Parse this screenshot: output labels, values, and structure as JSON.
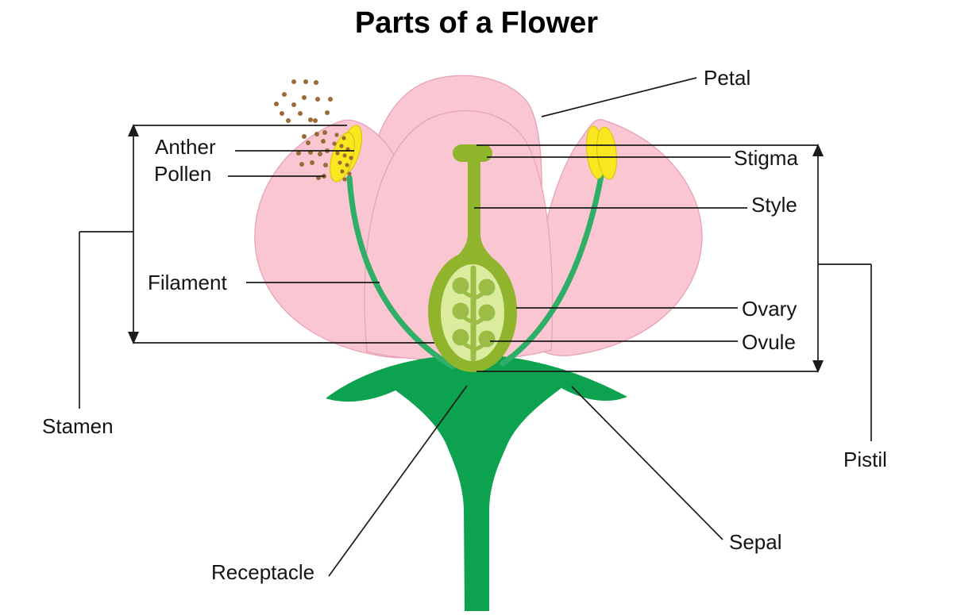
{
  "title": "Parts of a Flower",
  "labels": {
    "petal": "Petal",
    "anther": "Anther",
    "pollen": "Pollen",
    "filament": "Filament",
    "stamen": "Stamen",
    "stigma": "Stigma",
    "style": "Style",
    "ovary": "Ovary",
    "ovule": "Ovule",
    "pistil": "Pistil",
    "sepal": "Sepal",
    "receptacle": "Receptacle"
  },
  "colors": {
    "petal_fill": "#f9c6d2",
    "petal_stroke": "#e8a2b5",
    "pistil_olive": "#91b42d",
    "ovary_inner": "#dcec9e",
    "ovule_green": "#9cbd45",
    "anther_yellow": "#fbe71f",
    "anther_stroke": "#d9c713",
    "pollen_brown": "#9c6a35",
    "filament_green": "#2fae68",
    "sepal_green": "#0da24f",
    "line_color": "#1b1b1b",
    "text_color": "#141414",
    "background": "#ffffff"
  }
}
